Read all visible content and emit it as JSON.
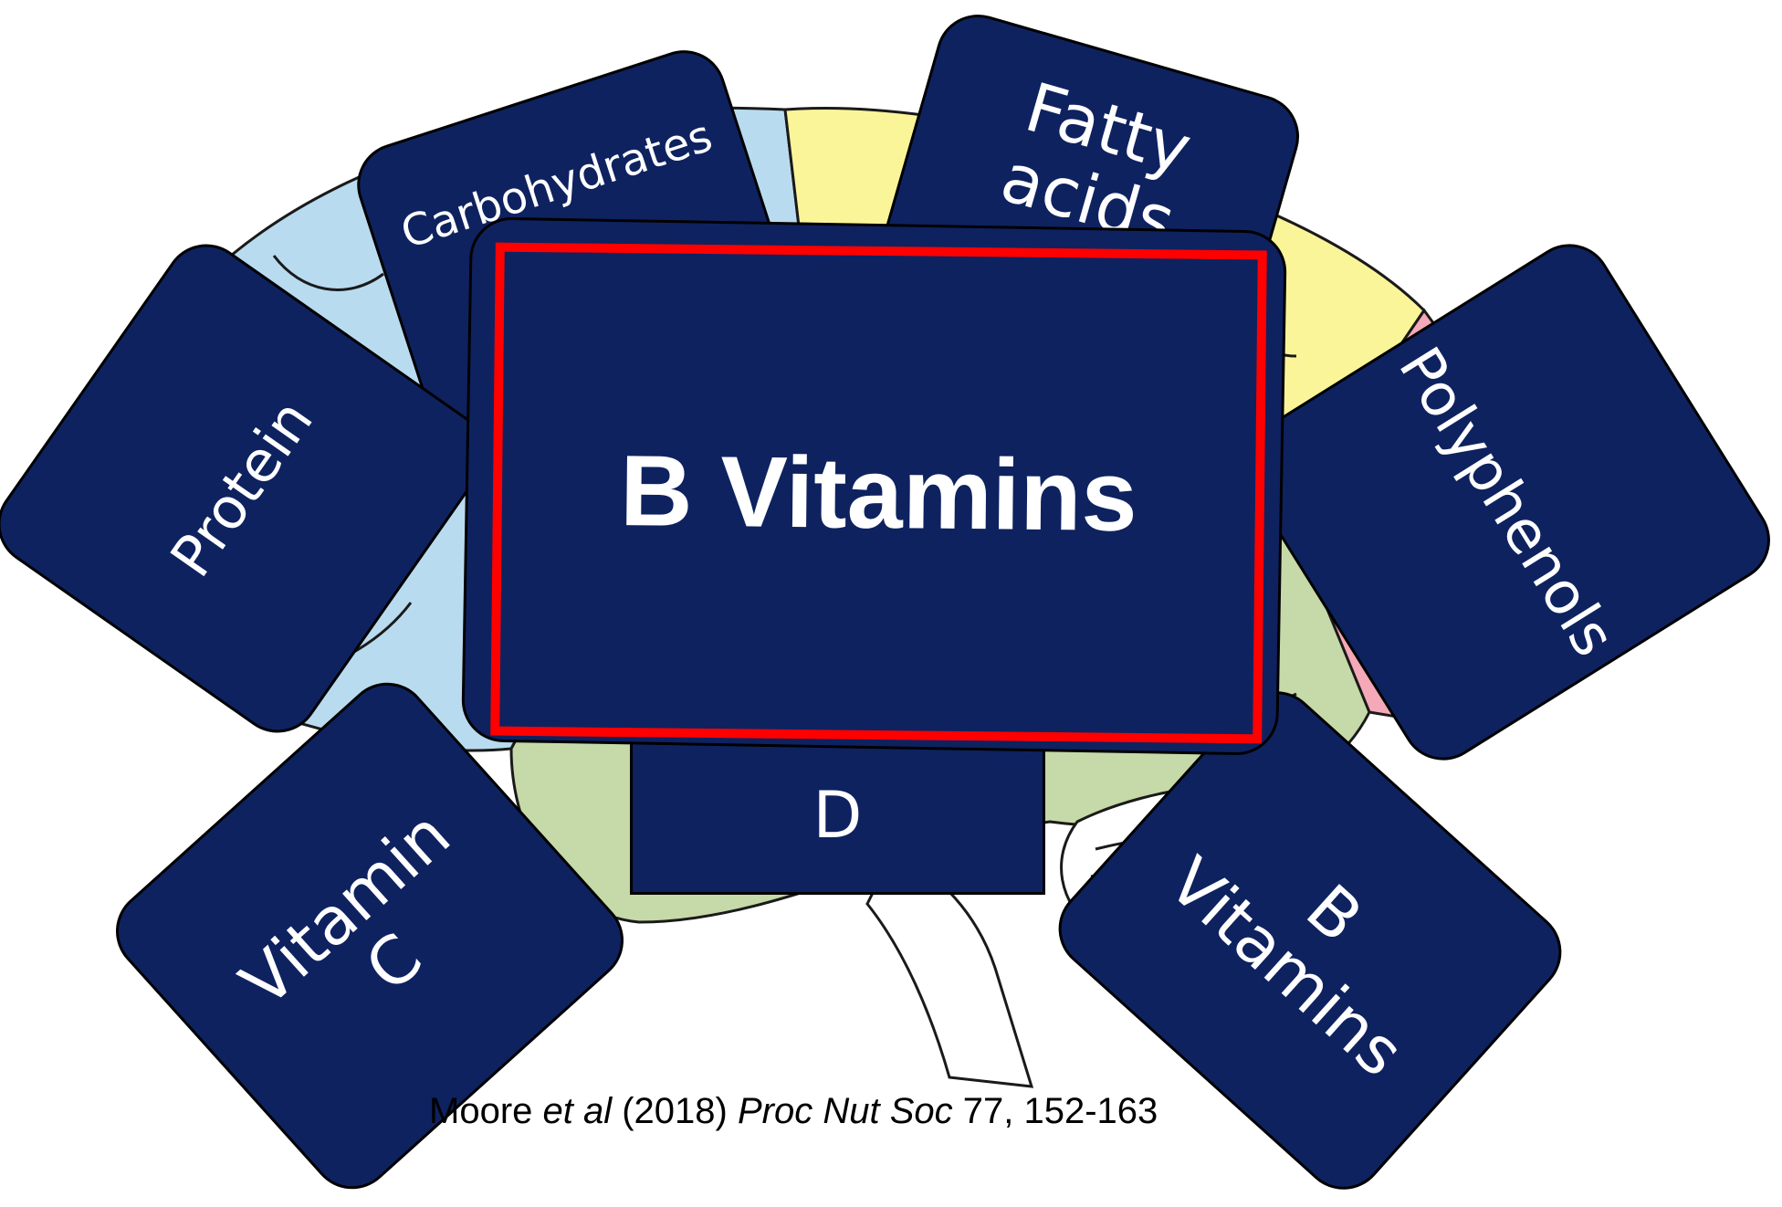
{
  "cards": {
    "carbohydrates": "Carbohydrates",
    "fatty_top": "Fatty",
    "fatty_bottom": "acids",
    "protein": "Protein",
    "polyphenols": "Polyphenols",
    "vitamin_c_top": "Vitamin",
    "vitamin_c_bottom": "C",
    "vitamin_d": "D",
    "b_vitamins_top": "B",
    "b_vitamins_bottom": "Vitamins",
    "highlight": "B Vitamins"
  },
  "citation": {
    "authors": "Moore ",
    "etal": "et al",
    "year": " (2018) ",
    "journal": "Proc Nut Soc",
    "ref": " 77, 152-163"
  },
  "colors": {
    "card": "#0e2260",
    "highlight_border": "#ff0000",
    "brain_frontal": "#b9dbef",
    "brain_temporal": "#c6d9a8",
    "brain_parietal": "#fbf59a",
    "brain_occipital": "#f5a8b8"
  }
}
